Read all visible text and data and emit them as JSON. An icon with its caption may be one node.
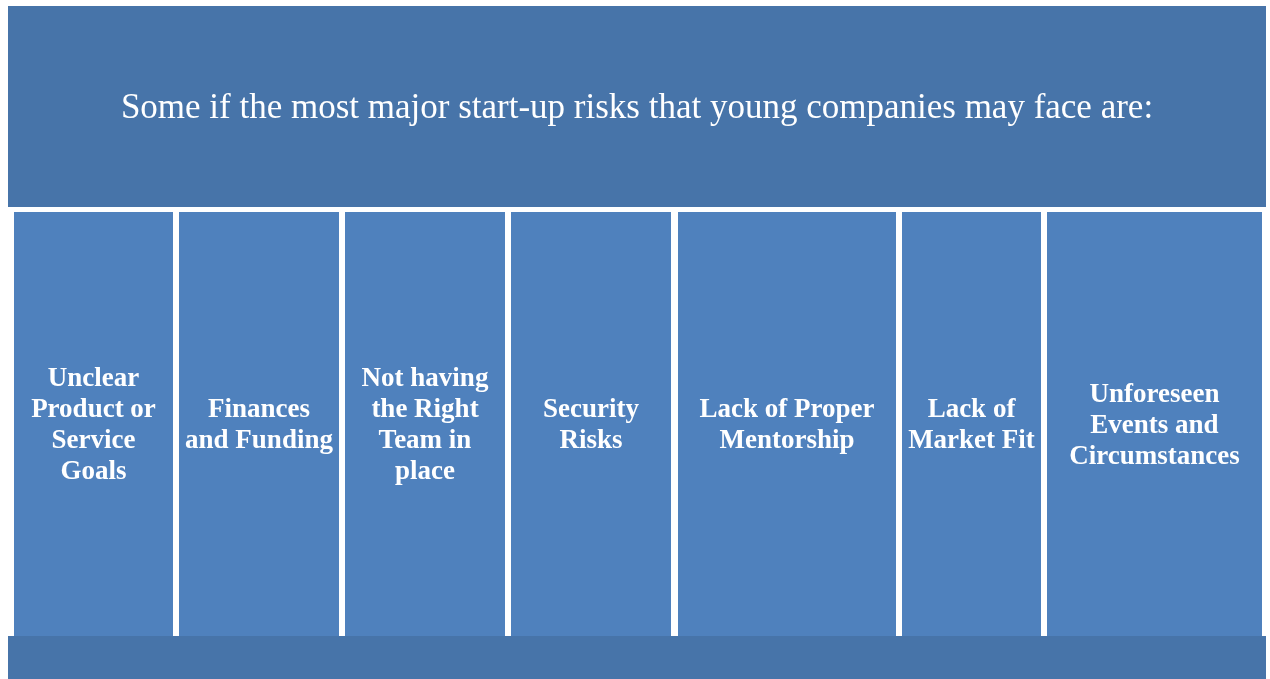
{
  "diagram": {
    "nodes": [
      {
        "text": [
          "Some if the most major start-up risks that young companies may face are:"
        ]
      },
      {
        "text": [
          "Unclear Product or Service Goals"
        ]
      },
      {
        "text": [
          "Finances and Funding"
        ]
      },
      {
        "text": [
          "Not having the Right Team in place"
        ]
      },
      {
        "text": [
          "Security Risks"
        ]
      },
      {
        "text": [
          "Lack of Proper Mentorship"
        ]
      },
      {
        "text": [
          "Lack of Market Fit"
        ]
      },
      {
        "text": [
          "Unforeseen Events and Circumstances"
        ]
      },
      {
        "text": [],
        "shape": "bar"
      }
    ]
  }
}
